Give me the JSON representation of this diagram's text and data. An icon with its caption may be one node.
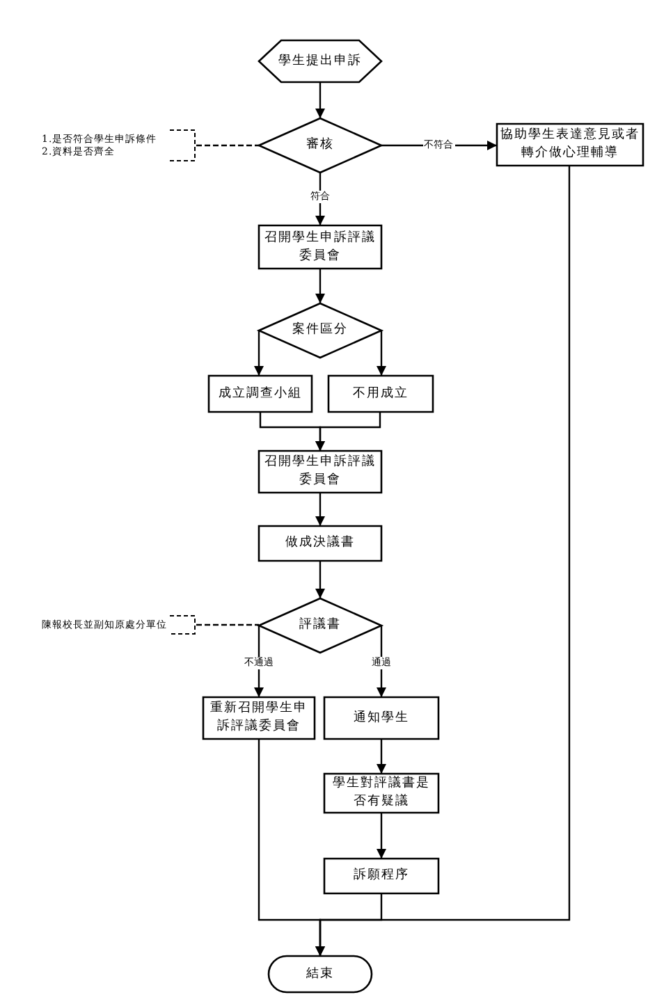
{
  "diagram": {
    "nodes": [
      {
        "text": [
          "學生提出申訴"
        ]
      },
      {
        "text": [
          "審核"
        ]
      },
      {
        "text": [
          "1.是否符合學生申訴條件",
          "2.資料是否齊全"
        ]
      },
      {
        "text": [
          "協助學生表達意見或者轉介做心理輔導"
        ]
      },
      {
        "text": [
          "召開學生申訴評議委員會"
        ]
      },
      {
        "text": [
          "案件區分"
        ]
      },
      {
        "text": [
          "成立調查小組"
        ]
      },
      {
        "text": [
          "不用成立"
        ]
      },
      {
        "text": [
          "召開學生申訴評議委員會"
        ]
      },
      {
        "text": [
          "做成決議書"
        ]
      },
      {
        "text": [
          "評議書"
        ]
      },
      {
        "text": [
          "陳報校長並副知原處分單位"
        ]
      },
      {
        "text": [
          "重新召開學生申訴評議委員會"
        ]
      },
      {
        "text": [
          "通知學生"
        ]
      },
      {
        "text": [
          "學生對評議書是否有疑議"
        ]
      },
      {
        "text": [
          "訴願程序"
        ]
      },
      {
        "text": [
          "結束"
        ]
      }
    ],
    "edges": [
      {
        "from": 0,
        "to": 1,
        "arrow": "to"
      },
      {
        "from": 2,
        "to": 1,
        "arrow": "none",
        "style": "dashed"
      },
      {
        "from": 1,
        "to": 3,
        "arrow": "to",
        "label": "不符合"
      },
      {
        "from": 1,
        "to": 4,
        "arrow": "to",
        "label": "符合"
      },
      {
        "from": 4,
        "to": 5,
        "arrow": "to"
      },
      {
        "from": 5,
        "to": 6,
        "arrow": "to"
      },
      {
        "from": 5,
        "to": 7,
        "arrow": "to"
      },
      {
        "from": 6,
        "to": 8,
        "arrow": "to"
      },
      {
        "from": 7,
        "to": 8,
        "arrow": "to"
      },
      {
        "from": 8,
        "to": 9,
        "arrow": "to"
      },
      {
        "from": 9,
        "to": 10,
        "arrow": "to"
      },
      {
        "from": 11,
        "to": 10,
        "arrow": "none",
        "style": "dashed"
      },
      {
        "from": 10,
        "to": 12,
        "arrow": "to",
        "label": "不通過"
      },
      {
        "from": 10,
        "to": 13,
        "arrow": "to",
        "label": "通過"
      },
      {
        "from": 13,
        "to": 14,
        "arrow": "to"
      },
      {
        "from": 14,
        "to": 15,
        "arrow": "to"
      },
      {
        "from": 12,
        "to": 16,
        "arrow": "to"
      },
      {
        "from": 15,
        "to": 16,
        "arrow": "to"
      },
      {
        "from": 3,
        "to": 16,
        "arrow": "to"
      }
    ]
  }
}
